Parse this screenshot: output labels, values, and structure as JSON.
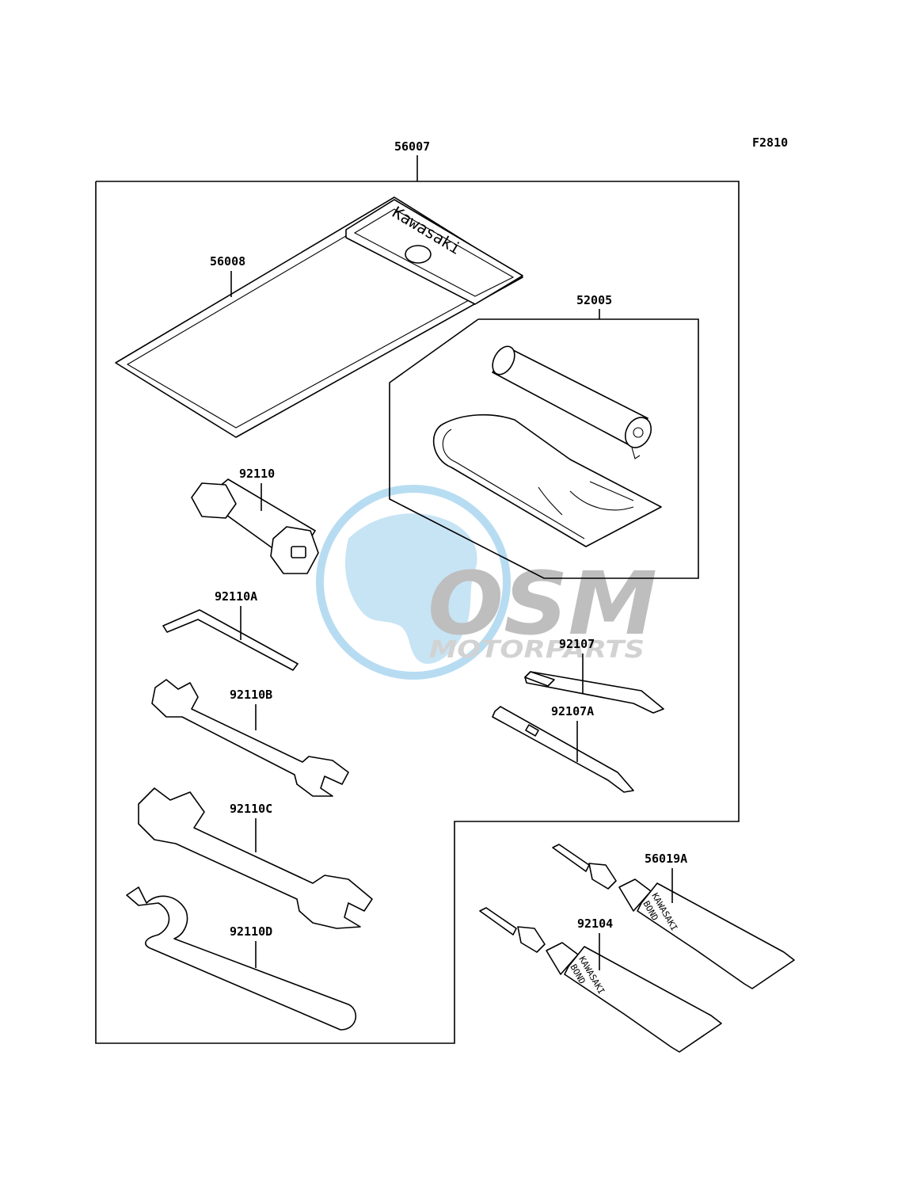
{
  "figure_code": "F2810",
  "watermark": {
    "brand": "OSM",
    "sub": "MOTORPARTS",
    "colors": {
      "globe": "#9fd1ee",
      "letters": "#a9a9a9",
      "sub": "#c4c4c4"
    }
  },
  "parts": {
    "kit": "56007",
    "pouch": "56008",
    "tire_kit": "52005",
    "plug_wrench": "92110",
    "hex_wrench": "92110A",
    "wrench_b": "92110B",
    "wrench_c": "92110C",
    "hook_wrench": "92110D",
    "screwdriver_bit": "92107",
    "screwdriver_bit_a": "92107A",
    "bond_a": "56019A",
    "bond": "92104"
  },
  "pouch_brand": "Kawasaki",
  "tube_label": {
    "line1": "KAWASAKI",
    "line2": "BOND"
  }
}
